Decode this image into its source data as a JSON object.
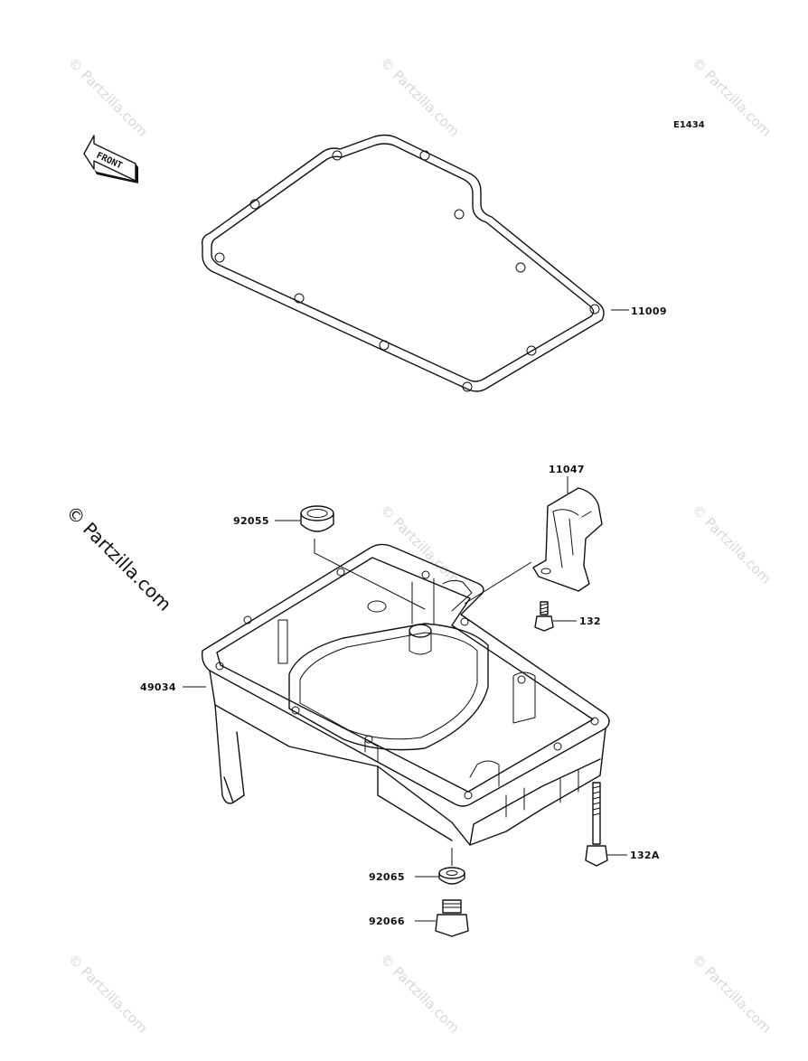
{
  "diagram": {
    "code": "E1434",
    "front_arrow_text": "FRONT"
  },
  "watermark": {
    "brand": "© Partzilla.com"
  },
  "parts": {
    "gasket": "11009",
    "bracket": "11047",
    "grommet": "92055",
    "bolt": "132",
    "oil_pan": "49034",
    "bolt_a": "132A",
    "washer": "92065",
    "drain_plug": "92066"
  }
}
